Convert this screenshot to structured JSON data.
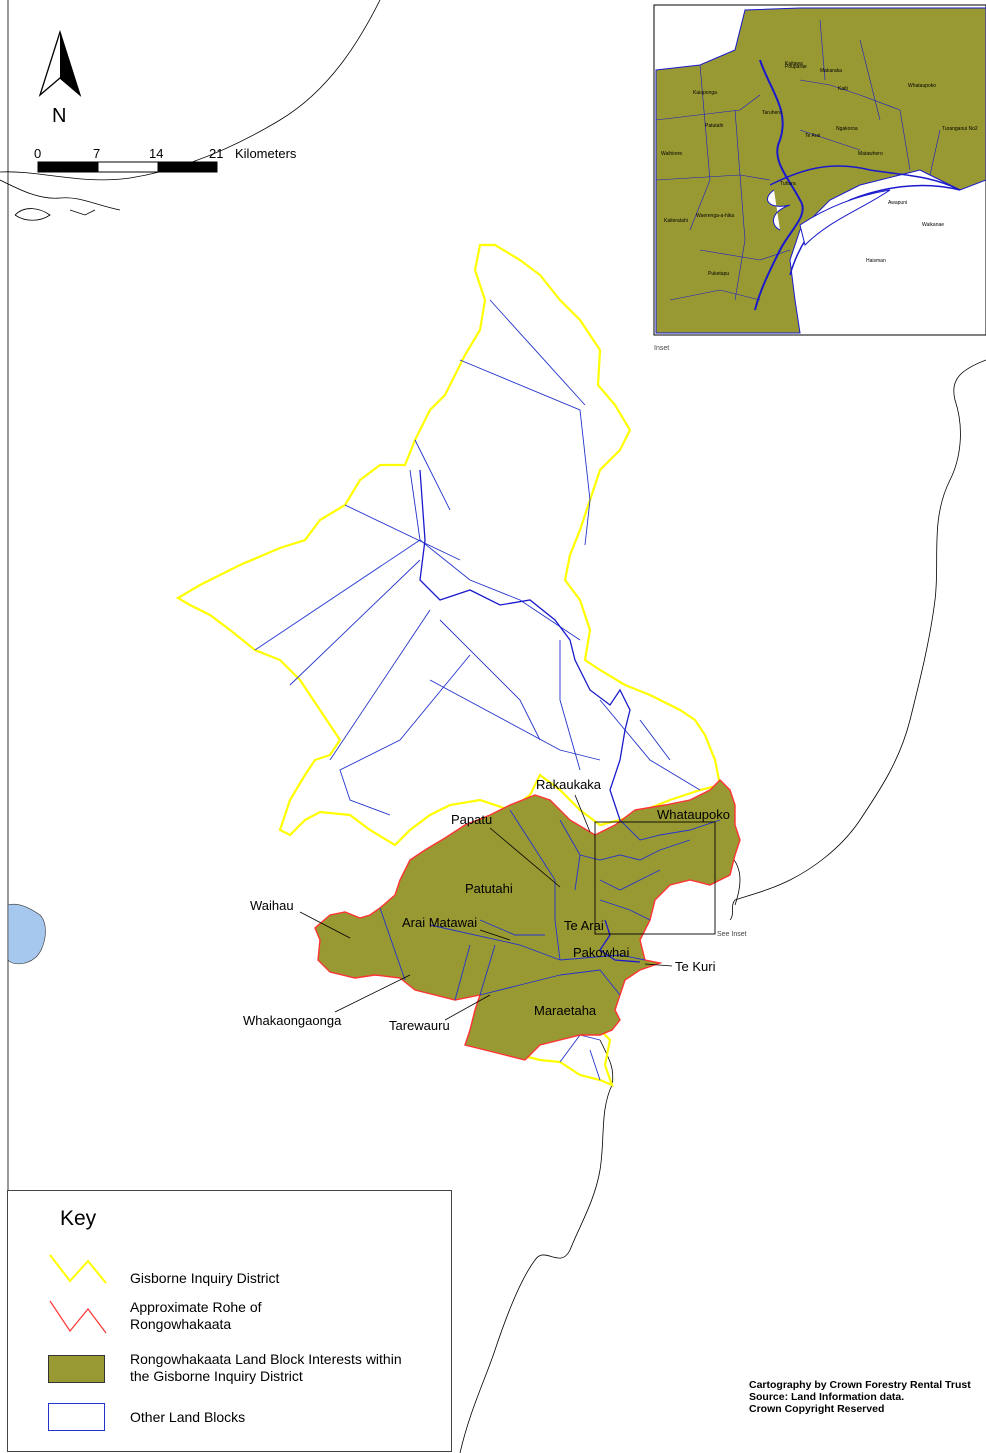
{
  "north_arrow": {
    "label": "N",
    "icon": "north-arrow-icon"
  },
  "scale_bar": {
    "ticks": [
      "0",
      "7",
      "14",
      "21"
    ],
    "unit": "Kilometers"
  },
  "inset": {
    "caption": "Inset",
    "see_inset": "See Inset",
    "labels": [
      "Matawhero",
      "Pouparae",
      "Makaraka",
      "Kaiti",
      "Waikanae",
      "Whataupoko",
      "Taruheru",
      "Patutahi",
      "Awapuni",
      "Turanganui No2",
      "Kaiaponga",
      "Ngakoroa",
      "Te Arai",
      "Waihirere",
      "Waerenga-a-hika",
      "Tuhara",
      "Kaitawa",
      "Haisman",
      "Kaiteratahi",
      "Puketapu"
    ]
  },
  "places": {
    "rakaukaka": "Rakaukaka",
    "papatu": "Papatu",
    "whataupoko": "Whataupoko",
    "patutahi": "Patutahi",
    "waihau": "Waihau",
    "arai_matawai": "Arai Matawai",
    "te_arai": "Te Arai",
    "pakowhai": "Pakowhai",
    "te_kuri": "Te Kuri",
    "maraetaha": "Maraetaha",
    "whakaongaonga": "Whakaongaonga",
    "tarewauru": "Tarewauru"
  },
  "legend": {
    "title": "Key",
    "items": [
      {
        "label": "Gisborne Inquiry District",
        "symbol": "yellow-line",
        "color": "#ffff00"
      },
      {
        "label": "Approximate Rohe of Rongowhakaata",
        "symbol": "red-line",
        "color": "#ff3333"
      },
      {
        "label": "Rongowhakaata Land Block Interests within the Gisborne Inquiry District",
        "symbol": "olive-fill",
        "color": "#999933"
      },
      {
        "label": "Other Land Blocks",
        "symbol": "blue-outline",
        "color": "#2233cc"
      }
    ]
  },
  "credits": {
    "line1": "Cartography by Crown Forestry Rental Trust",
    "line2": "Source: Land Information data.",
    "line3": "Crown Copyright Reserved"
  },
  "colors": {
    "district_boundary": "#ffff00",
    "rohe_boundary": "#ff3333",
    "interest_fill": "#999933",
    "other_blocks": "#2233cc",
    "lake": "#a6c8ee"
  }
}
